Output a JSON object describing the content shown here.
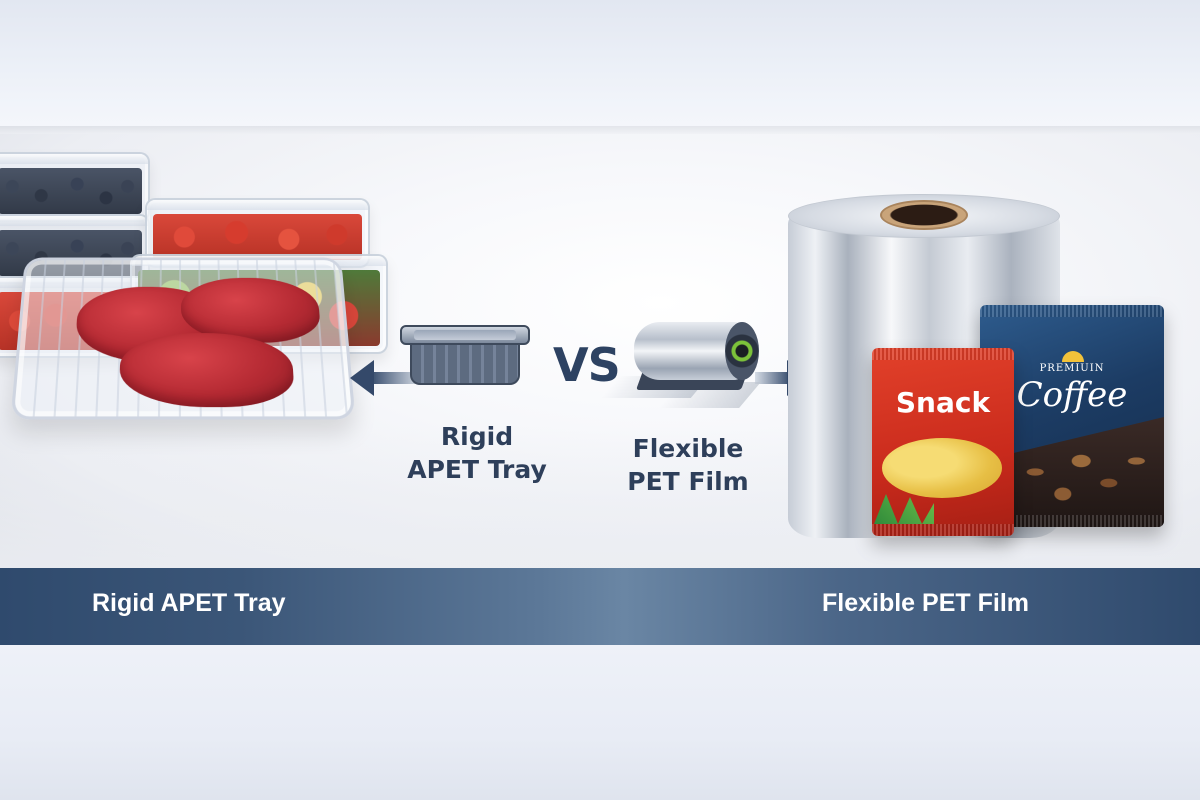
{
  "comparison": {
    "separator": "VS",
    "left": {
      "label_line1": "Rigid",
      "label_line2": "APET Tray",
      "banner_label": "Rigid APET Tray",
      "icon": "tray-icon"
    },
    "right": {
      "label_line1": "Flexible",
      "label_line2": "PET Film",
      "banner_label": "Flexible PET Film",
      "icon": "film-roll-icon"
    }
  },
  "products": {
    "snack_pouch": {
      "brand": "Snack"
    },
    "coffee_pouch": {
      "tagline": "PREMIUIN",
      "brand": "Coffee"
    }
  },
  "colors": {
    "accent_navy": "#2e3f5a",
    "banner_dark": "#2f4a6d",
    "banner_light": "#6a86a4",
    "snack_red": "#d8351f",
    "coffee_blue": "#1c3c64"
  }
}
